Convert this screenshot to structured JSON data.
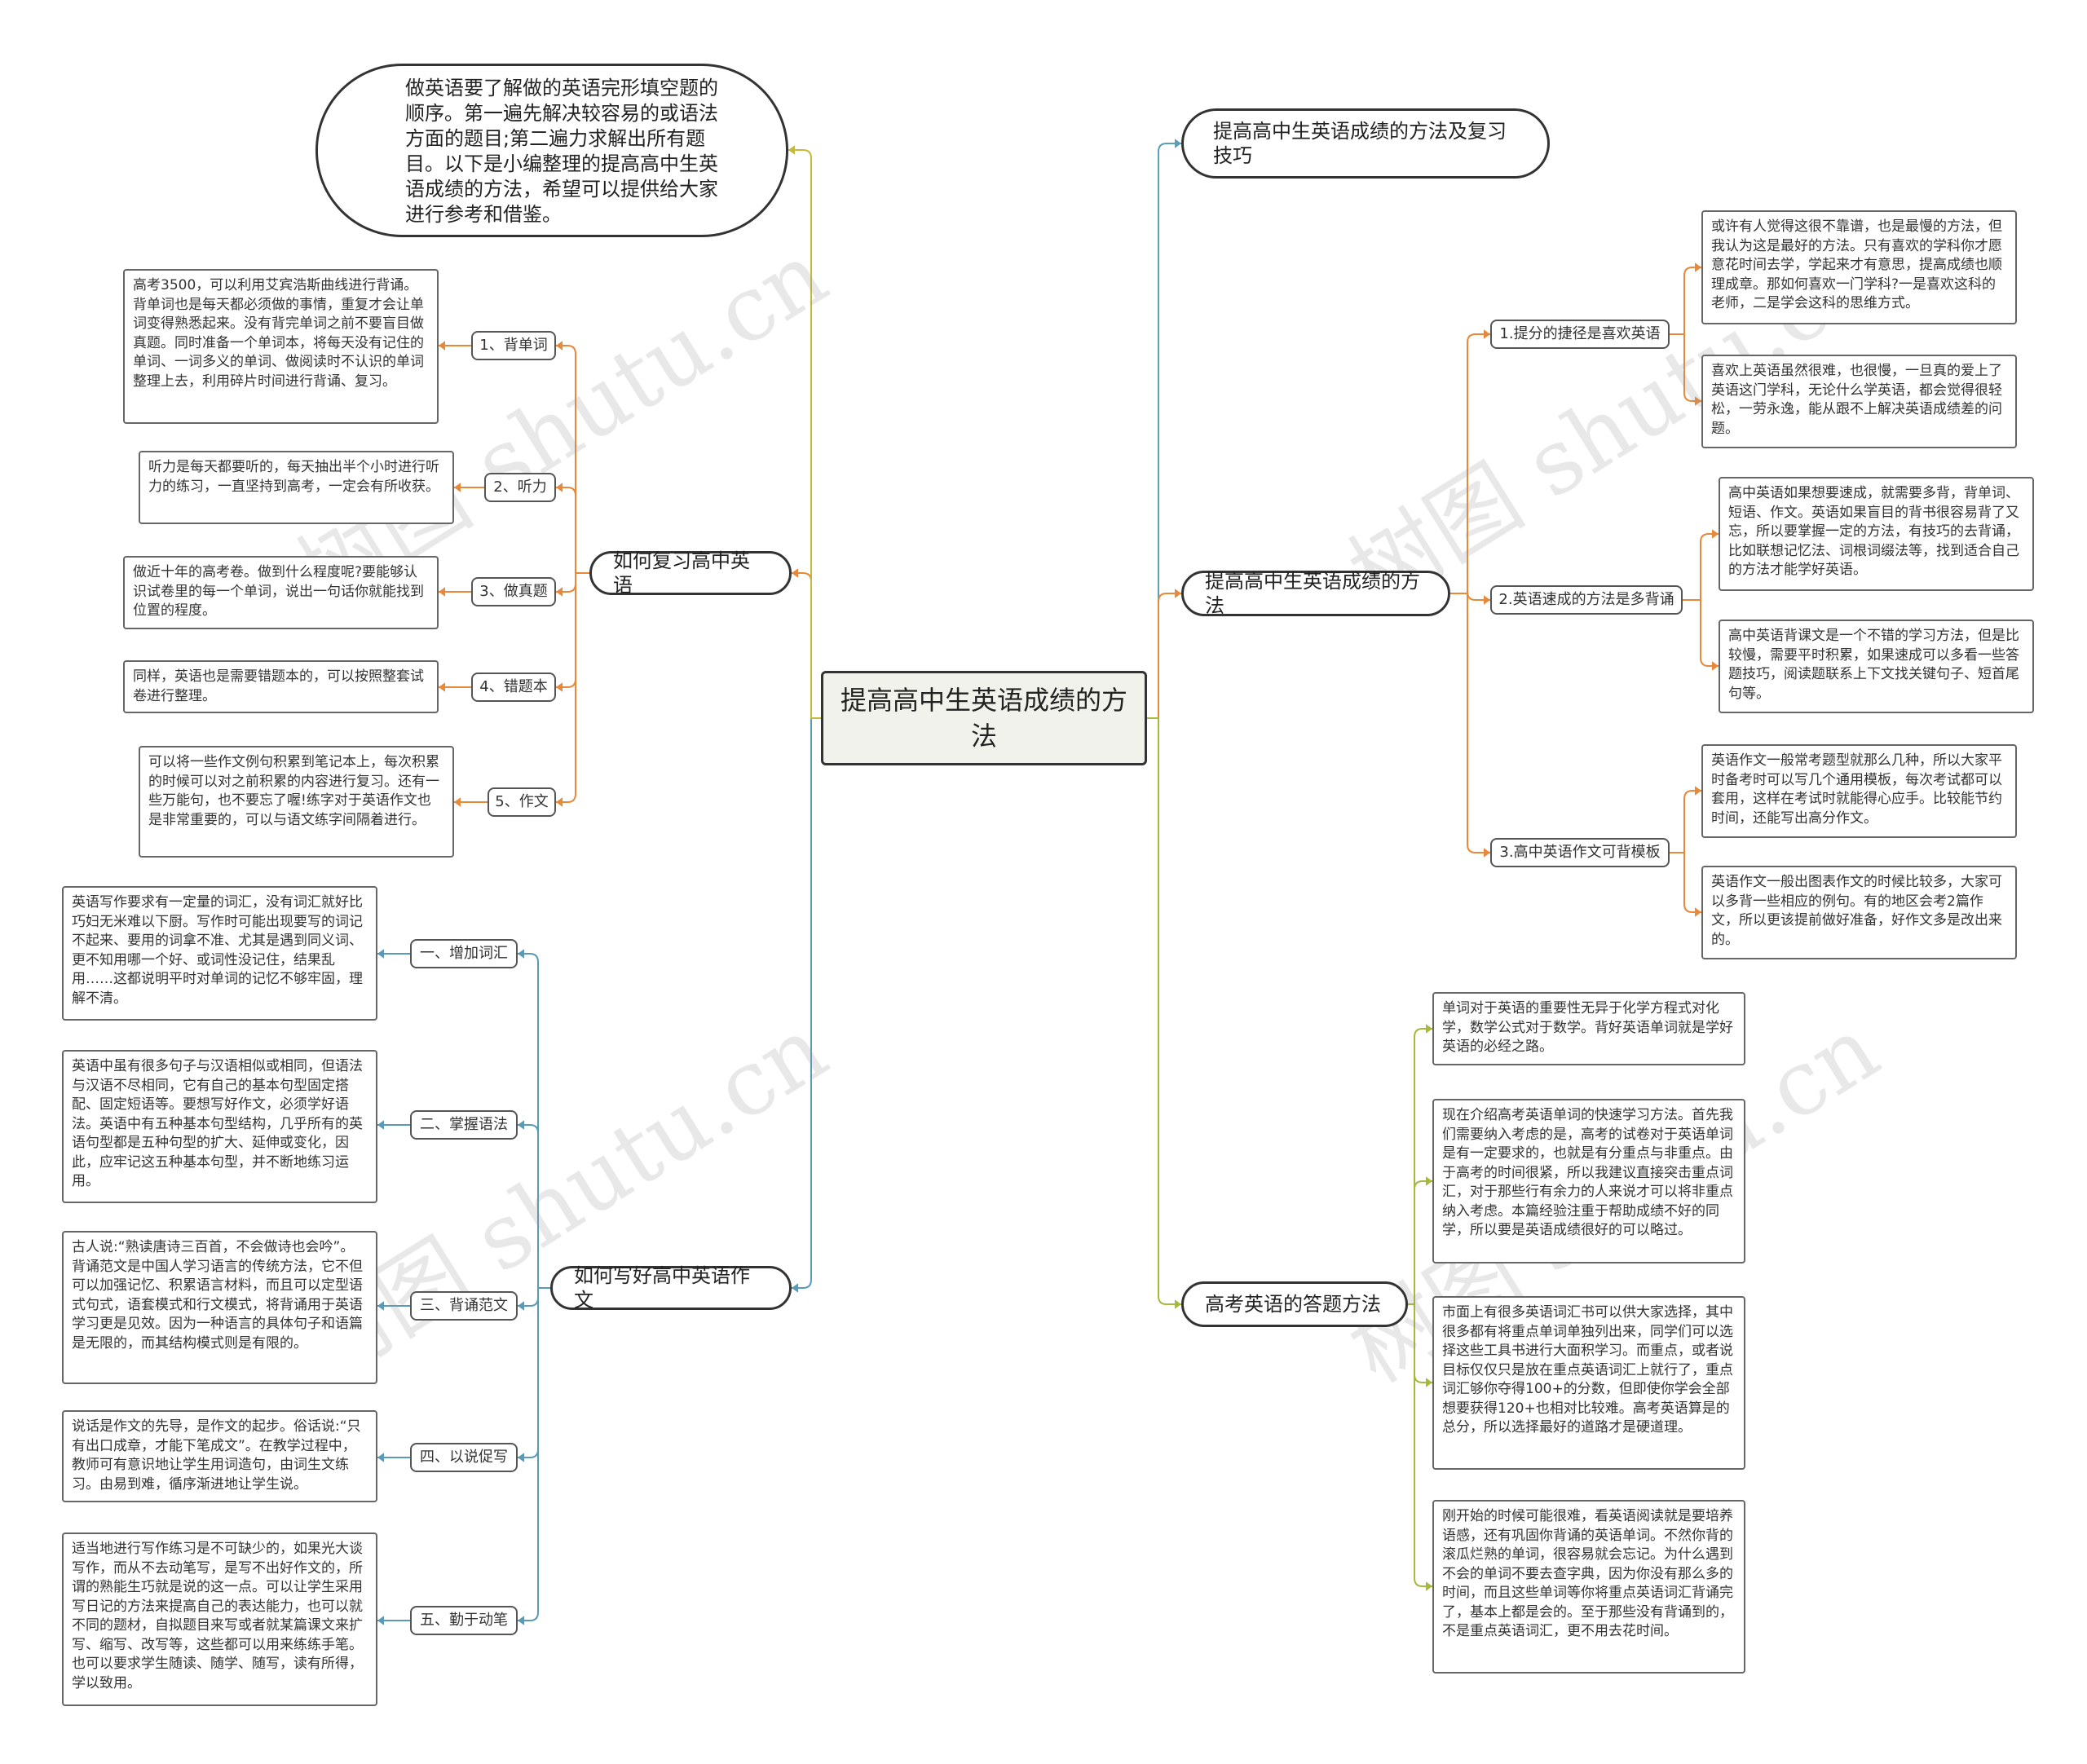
{
  "root": "提高高中生英语成绩的方法",
  "intro": "做英语要了解做的英语完形填空题的顺序。第一遍先解决较容易的或语法方面的题目;第二遍力求解出所有题目。以下是小编整理的提高高中生英语成绩的方法，希望可以提供给大家进行参考和借鉴。",
  "left": {
    "review": {
      "title": "如何复习高中英语",
      "items": [
        {
          "label": "1、背单词",
          "text": "高考3500，可以利用艾宾浩斯曲线进行背诵。背单词也是每天都必须做的事情，重复才会让单词变得熟悉起来。没有背完单词之前不要盲目做真题。同时准备一个单词本，将每天没有记住的单词、一词多义的单词、做阅读时不认识的单词整理上去，利用碎片时间进行背诵、复习。"
        },
        {
          "label": "2、听力",
          "text": "听力是每天都要听的，每天抽出半个小时进行听力的练习，一直坚持到高考，一定会有所收获。"
        },
        {
          "label": "3、做真题",
          "text": "做近十年的高考卷。做到什么程度呢?要能够认识试卷里的每一个单词，说出一句话你就能找到位置的程度。"
        },
        {
          "label": "4、错题本",
          "text": "同样，英语也是需要错题本的，可以按照整套试卷进行整理。"
        },
        {
          "label": "5、作文",
          "text": "可以将一些作文例句积累到笔记本上，每次积累的时候可以对之前积累的内容进行复习。还有一些万能句，也不要忘了喔!练字对于英语作文也是非常重要的，可以与语文练字间隔着进行。"
        }
      ]
    },
    "writing": {
      "title": "如何写好高中英语作文",
      "items": [
        {
          "label": "一、增加词汇",
          "text": "英语写作要求有一定量的词汇，没有词汇就好比巧妇无米难以下厨。写作时可能出现要写的词记不起来、要用的词拿不准、尤其是遇到同义词、更不知用哪一个好、或词性没记住，结果乱用……这都说明平时对单词的记忆不够牢固，理解不清。"
        },
        {
          "label": "二、掌握语法",
          "text": "英语中虽有很多句子与汉语相似或相同，但语法与汉语不尽相同，它有自己的基本句型固定搭配、固定短语等。要想写好作文，必须学好语法。英语中有五种基本句型结构，几乎所有的英语句型都是五种句型的扩大、延伸或变化，因此，应牢记这五种基本句型，并不断地练习运用。"
        },
        {
          "label": "三、背诵范文",
          "text": "古人说:“熟读唐诗三百首，不会做诗也会吟”。背诵范文是中国人学习语言的传统方法，它不但可以加强记忆、积累语言材料，而且可以定型语式句式，语套模式和行文模式，将背诵用于英语学习更是见效。因为一种语言的具体句子和语篇是无限的，而其结构模式则是有限的。"
        },
        {
          "label": "四、以说促写",
          "text": "说话是作文的先导，是作文的起步。俗话说:“只有出口成章，才能下笔成文”。在教学过程中，教师可有意识地让学生用词造句，由词生文练习。由易到难，循序渐进地让学生说。"
        },
        {
          "label": "五、勤于动笔",
          "text": "适当地进行写作练习是不可缺少的，如果光大谈写作，而从不去动笔写，是写不出好作文的，所谓的熟能生巧就是说的这一点。可以让学生采用写日记的方法来提高自己的表达能力，也可以就不同的题材，自拟题目来写或者就某篇课文来扩写、缩写、改写等，这些都可以用来练练手笔。也可以要求学生随读、随学、随写，读有所得，学以致用。"
        }
      ]
    }
  },
  "right": {
    "tips_title": "提高高中生英语成绩的方法及复习技巧",
    "methods": {
      "title": "提高高中生英语成绩的方法",
      "items": [
        {
          "label": "1.提分的捷径是喜欢英语",
          "texts": [
            "或许有人觉得这很不靠谱，也是最慢的方法，但我认为这是最好的方法。只有喜欢的学科你才愿意花时间去学，学起来才有意思，提高成绩也顺理成章。那如何喜欢一门学科?一是喜欢这科的老师，二是学会这科的思维方式。",
            "喜欢上英语虽然很难，也很慢，一旦真的爱上了英语这门学科，无论什么学英语，都会觉得很轻松，一劳永逸，能从跟不上解决英语成绩差的问题。"
          ]
        },
        {
          "label": "2.英语速成的方法是多背诵",
          "texts": [
            "高中英语如果想要速成，就需要多背，背单词、短语、作文。英语如果盲目的背书很容易背了又忘，所以要掌握一定的方法，有技巧的去背诵，比如联想记忆法、词根词缀法等，找到适合自己的方法才能学好英语。",
            "高中英语背课文是一个不错的学习方法，但是比较慢，需要平时积累，如果速成可以多看一些答题技巧，阅读题联系上下文找关键句子、短首尾句等。"
          ]
        },
        {
          "label": "3.高中英语作文可背模板",
          "texts": [
            "英语作文一般常考题型就那么几种，所以大家平时备考时可以写几个通用模板，每次考试都可以套用，这样在考试时就能得心应手。比较能节约时间，还能写出高分作文。",
            "英语作文一般出图表作文的时候比较多，大家可以多背一些相应的例句。有的地区会考2篇作文，所以更该提前做好准备，好作文多是改出来的。"
          ]
        }
      ]
    },
    "exam": {
      "title": "高考英语的答题方法",
      "texts": [
        "单词对于英语的重要性无异于化学方程式对化学，数学公式对于数学。背好英语单词就是学好英语的必经之路。",
        "现在介绍高考英语单词的快速学习方法。首先我们需要纳入考虑的是，高考的试卷对于英语单词是有一定要求的，也就是有分重点与非重点。由于高考的时间很紧，所以我建议直接突击重点词汇，对于那些行有余力的人来说才可以将非重点纳入考虑。本篇经验注重于帮助成绩不好的同学，所以要是英语成绩很好的可以略过。",
        "市面上有很多英语词汇书可以供大家选择，其中很多都有将重点单词单独列出来，同学们可以选择这些工具书进行大面积学习。而重点，或者说目标仅仅只是放在重点英语词汇上就行了，重点词汇够你夺得100+的分数，但即使你学会全部想要获得120+也相对比较难。高考英语算是的总分，所以选择最好的道路才是硬道理。",
        "刚开始的时候可能很难，看英语阅读就是要培养语感，还有巩固你背诵的英语单词。不然你背的滚瓜烂熟的单词，很容易就会忘记。为什么遇到不会的单词不要去查字典，因为你没有那么多的时间，而且这些单词等你将重点英语词汇背诵完了，基本上都是会的。至于那些没有背诵到的，不是重点英语词汇，更不用去花时间。"
      ]
    }
  },
  "watermark": "树图 shutu.cn",
  "colors": {
    "review_line": "#e8893a",
    "writing_line": "#5a9ab5",
    "intro_line": "#c4b93a",
    "tips_line": "#5aa0b8",
    "methods_line": "#e8893a",
    "exam_line": "#a8b83a"
  }
}
